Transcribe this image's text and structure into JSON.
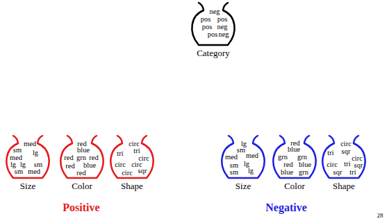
{
  "diagram": {
    "nodes": [
      {
        "text": [
          "Category",
          "neg",
          "pos",
          "pos",
          "pos",
          "neg",
          "pos",
          "neg"
        ]
      },
      {
        "text": [
          "Size",
          "med",
          "sm",
          "lg",
          "med",
          "lg",
          "lg",
          "sm",
          "sm",
          "med"
        ]
      },
      {
        "text": [
          "Color",
          "red",
          "blue",
          "red",
          "grn",
          "red",
          "red",
          "blue",
          "red"
        ]
      },
      {
        "text": [
          "Shape",
          "circ",
          "tri",
          "tri",
          "circ",
          "circ",
          "circ",
          "circ",
          "sqr"
        ]
      },
      {
        "text": [
          "Size",
          "lg",
          "sm",
          "med",
          "med",
          "sm",
          "lg",
          "sm",
          "lg"
        ]
      },
      {
        "text": [
          "Color",
          "red",
          "blue",
          "grn",
          "grn",
          "red",
          "blue",
          "blue",
          "grn"
        ]
      },
      {
        "text": [
          "Shape",
          "circ",
          "tri",
          "sqr",
          "circ",
          "circ",
          "tri",
          "sqr",
          "sqr",
          "tri"
        ]
      }
    ],
    "labels": [
      "Positive",
      "Negative",
      "28"
    ]
  }
}
